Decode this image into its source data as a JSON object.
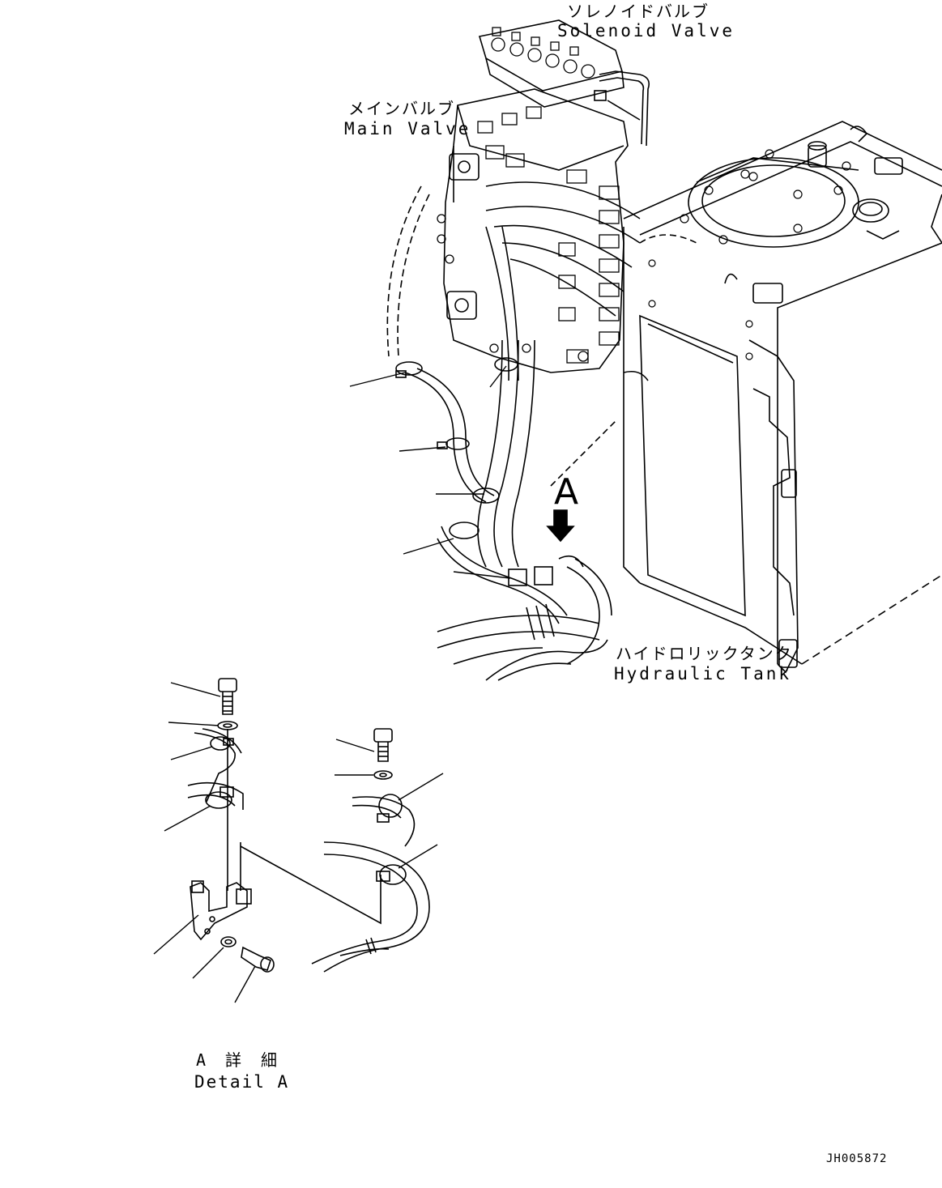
{
  "labels": {
    "solenoid_valve_jp": "ソレノイドバルブ",
    "solenoid_valve_en": "Solenoid Valve",
    "main_valve_jp": "メインバルブ",
    "main_valve_en": "Main Valve",
    "hydraulic_tank_jp": "ハイドロリックタンク",
    "hydraulic_tank_en": "Hydraulic Tank",
    "view_arrow": "A",
    "detail_jp": "A 詳 細",
    "detail_en": "Detail A",
    "drawing_code": "JH005872"
  }
}
